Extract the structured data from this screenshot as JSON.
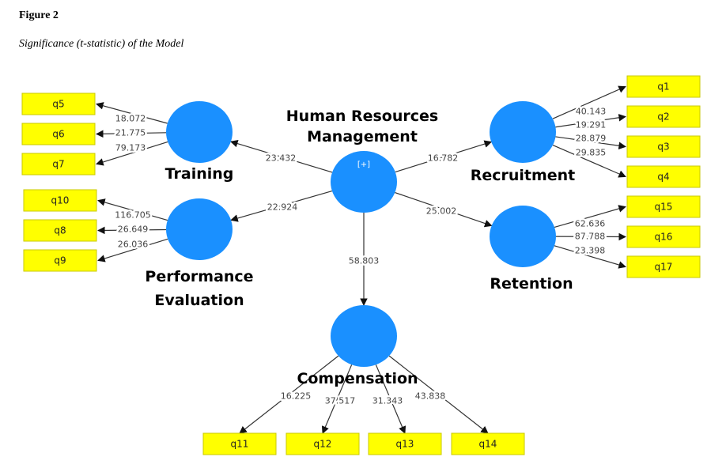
{
  "figure": {
    "number": "Figure 2",
    "caption": "Significance (t-statistic) of the Model"
  },
  "colors": {
    "latent": "#1a90ff",
    "indicator": "#ffff00"
  },
  "diagram": {
    "central": {
      "id": "hrm",
      "label_lines": [
        "Human Resources",
        "Management"
      ],
      "expand_marker": "[+]"
    },
    "constructs": [
      {
        "id": "training",
        "label_lines": [
          "Training"
        ]
      },
      {
        "id": "performance",
        "label_lines": [
          "Performance",
          "Evaluation"
        ]
      },
      {
        "id": "recruitment",
        "label_lines": [
          "Recruitment"
        ]
      },
      {
        "id": "retention",
        "label_lines": [
          "Retention"
        ]
      },
      {
        "id": "compensation",
        "label_lines": [
          "Compensation"
        ]
      }
    ],
    "structural_paths": [
      {
        "from": "hrm",
        "to": "training",
        "t": "23.432"
      },
      {
        "from": "hrm",
        "to": "performance",
        "t": "22.924"
      },
      {
        "from": "hrm",
        "to": "recruitment",
        "t": "16.782"
      },
      {
        "from": "hrm",
        "to": "retention",
        "t": "25.002"
      },
      {
        "from": "hrm",
        "to": "compensation",
        "t": "58.803"
      }
    ],
    "indicators": [
      {
        "construct": "training",
        "name": "q5",
        "t": "18.072"
      },
      {
        "construct": "training",
        "name": "q6",
        "t": "21.775"
      },
      {
        "construct": "training",
        "name": "q7",
        "t": "79.173"
      },
      {
        "construct": "performance",
        "name": "q10",
        "t": "116.705"
      },
      {
        "construct": "performance",
        "name": "q8",
        "t": "26.649"
      },
      {
        "construct": "performance",
        "name": "q9",
        "t": "26.036"
      },
      {
        "construct": "recruitment",
        "name": "q1",
        "t": "40.143"
      },
      {
        "construct": "recruitment",
        "name": "q2",
        "t": "19.291"
      },
      {
        "construct": "recruitment",
        "name": "q3",
        "t": "28.879"
      },
      {
        "construct": "recruitment",
        "name": "q4",
        "t": "29.835"
      },
      {
        "construct": "retention",
        "name": "q15",
        "t": "62.636"
      },
      {
        "construct": "retention",
        "name": "q16",
        "t": "87.788"
      },
      {
        "construct": "retention",
        "name": "q17",
        "t": "23.398"
      },
      {
        "construct": "compensation",
        "name": "q11",
        "t": "16.225"
      },
      {
        "construct": "compensation",
        "name": "q12",
        "t": "37.517"
      },
      {
        "construct": "compensation",
        "name": "q13",
        "t": "31.343"
      },
      {
        "construct": "compensation",
        "name": "q14",
        "t": "43.838"
      }
    ]
  }
}
